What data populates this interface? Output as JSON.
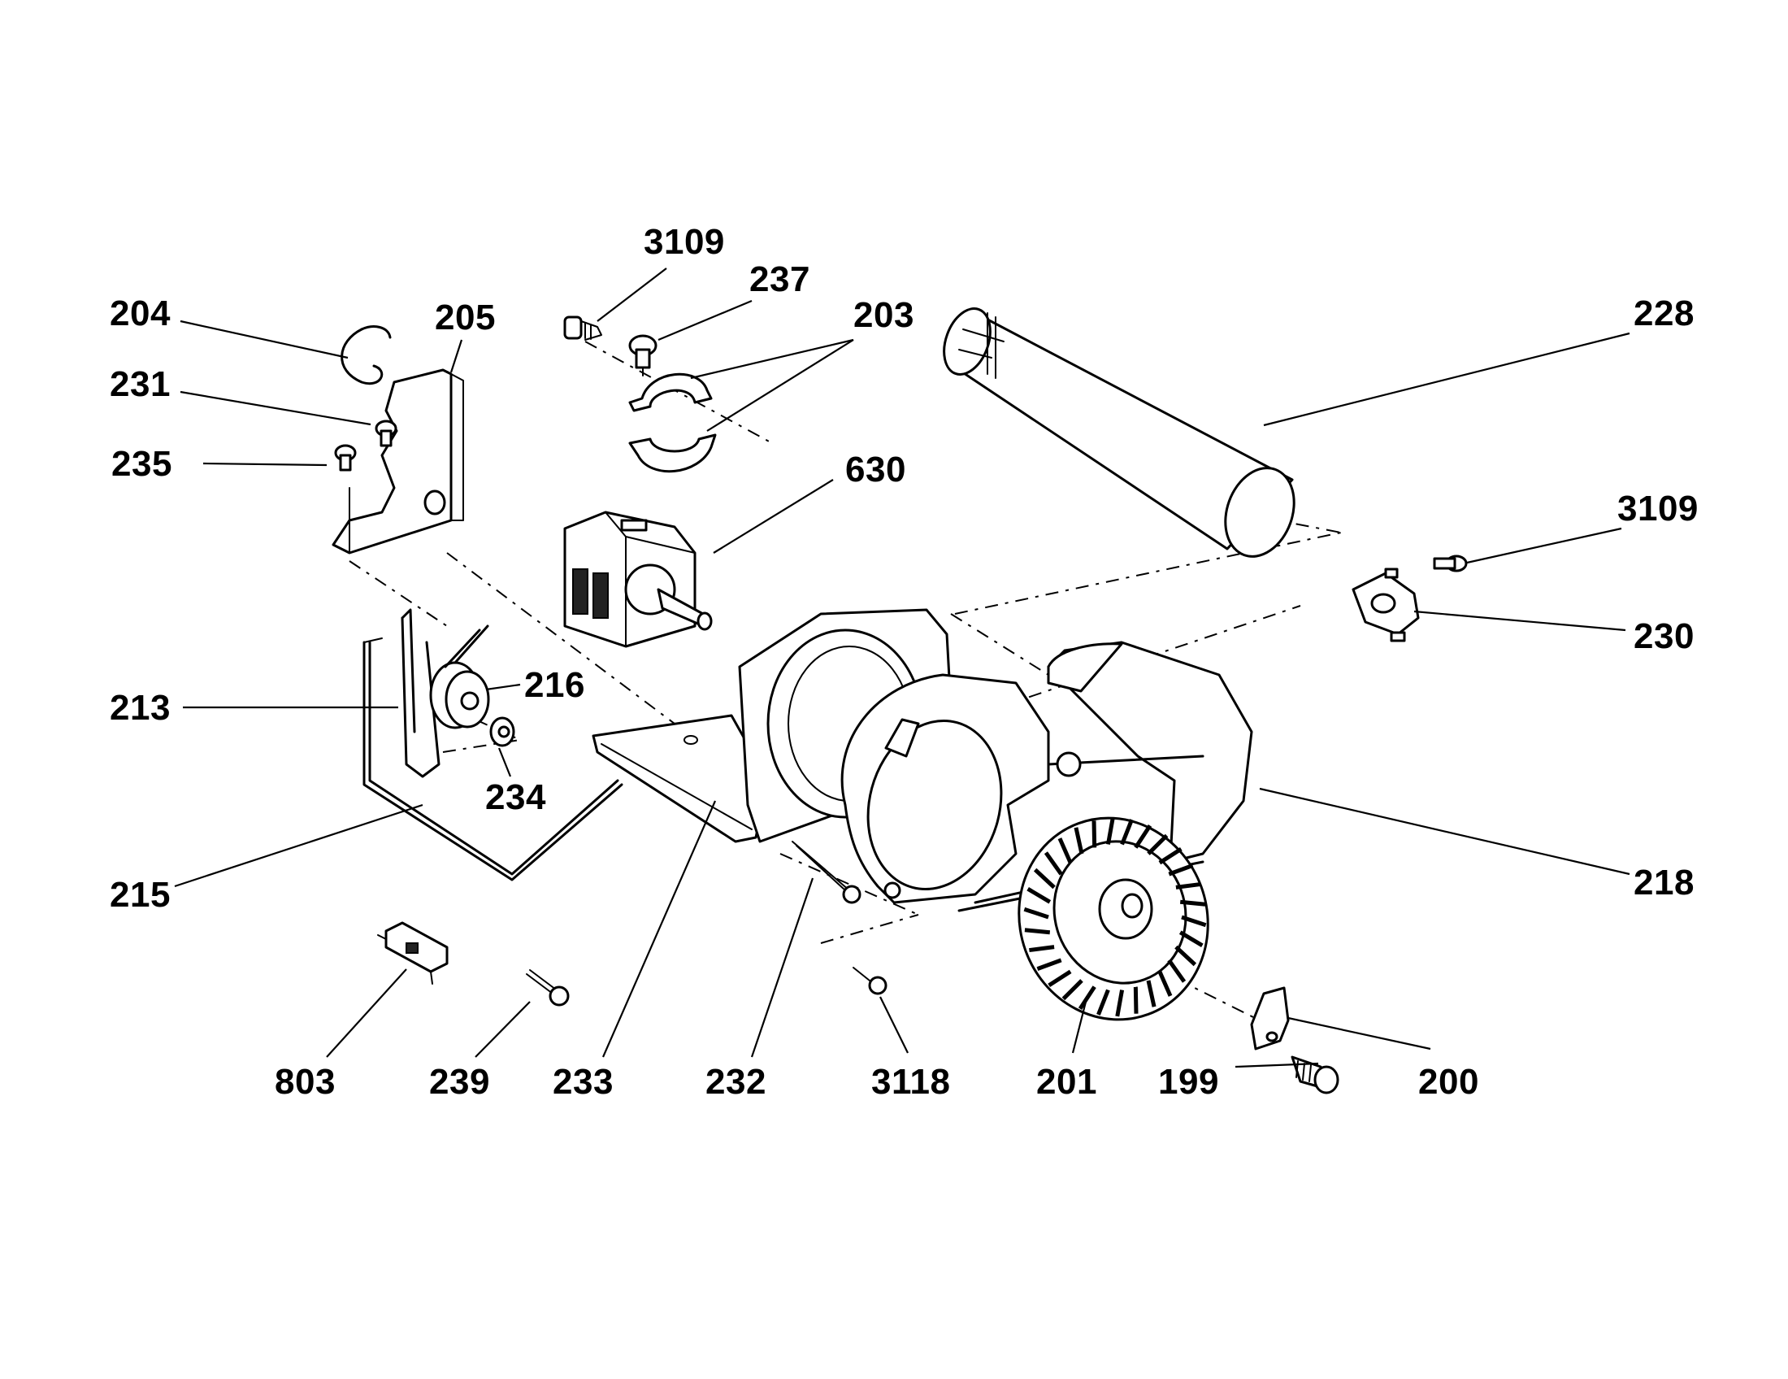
{
  "labels": {
    "p204": "204",
    "p205": "205",
    "p231": "231",
    "p235": "235",
    "p3109_top": "3109",
    "p237": "237",
    "p203": "203",
    "p228": "228",
    "p630": "630",
    "p3109_right": "3109",
    "p230": "230",
    "p213": "213",
    "p216": "216",
    "p234": "234",
    "p215": "215",
    "p218": "218",
    "p803": "803",
    "p239": "239",
    "p233": "233",
    "p232": "232",
    "p3118": "3118",
    "p201": "201",
    "p199": "199",
    "p200": "200"
  }
}
